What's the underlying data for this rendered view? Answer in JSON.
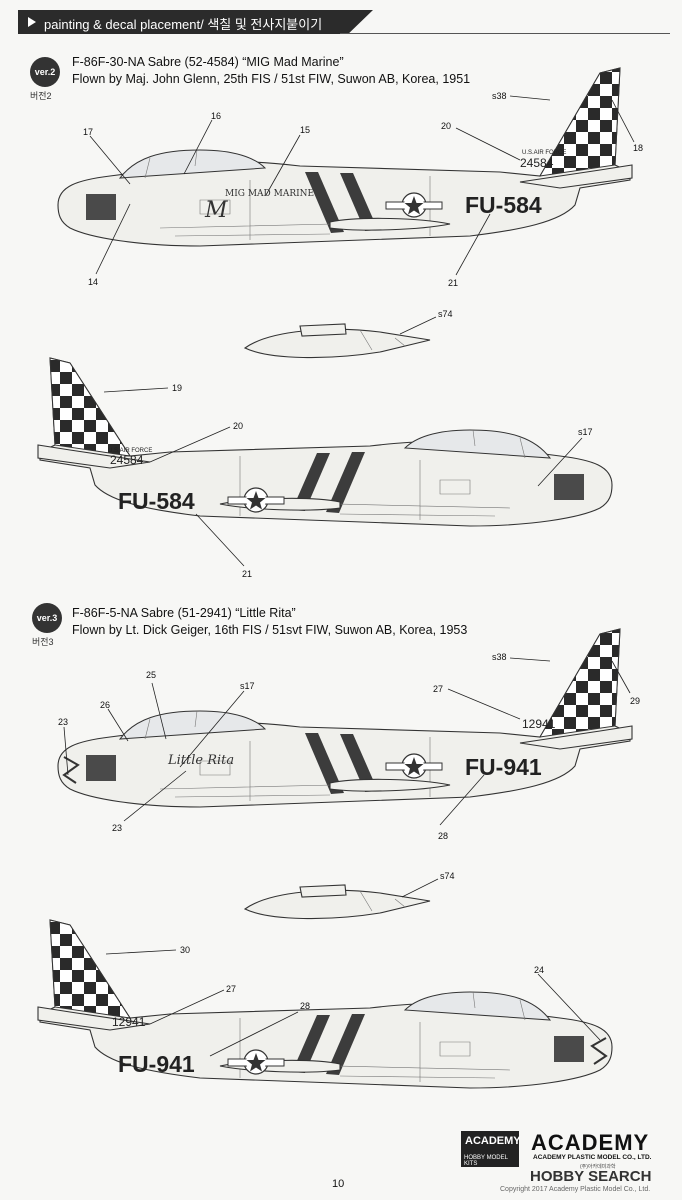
{
  "header": {
    "title": "painting & decal placement/ 색칠 및 전사지붙이기"
  },
  "ver2": {
    "badge": "ver.2",
    "badge_sub": "버전2",
    "title_line1": "F-86F-30-NA Sabre (52-4584) “MIG Mad Marine”",
    "title_line2": "Flown by Maj. John Glenn, 25th FIS / 51st FIW, Suwon AB, Korea, 1951",
    "left_view": {
      "callouts": [
        "17",
        "16",
        "15",
        "20",
        "s38",
        "18",
        "14",
        "21"
      ],
      "marking": "FU-584",
      "tail_number": "24584",
      "tail_text": "U.S.AIR FORCE",
      "nose_art": "MIG MAD MARINE"
    },
    "tank": {
      "callout": "s74"
    },
    "right_view": {
      "callouts": [
        "19",
        "20",
        "s17",
        "21"
      ],
      "marking": "FU-584",
      "tail_number": "24584",
      "tail_text": "U.S.AIR FORCE"
    }
  },
  "ver3": {
    "badge": "ver.3",
    "badge_sub": "버전3",
    "title_line1": "F-86F-5-NA Sabre (51-2941) “Little Rita”",
    "title_line2": "Flown by Lt. Dick Geiger, 16th FIS / 51svt FIW, Suwon AB, Korea, 1953",
    "left_view": {
      "callouts": [
        "25",
        "s17",
        "26",
        "23",
        "s38",
        "27",
        "29",
        "23",
        "28"
      ],
      "marking": "FU-941",
      "tail_number": "12941",
      "nose_art": "Little Rita"
    },
    "tank": {
      "callout": "s74"
    },
    "right_view": {
      "callouts": [
        "30",
        "27",
        "28",
        "24"
      ],
      "marking": "FU-941",
      "tail_number": "12941"
    }
  },
  "footer": {
    "page_number": "10",
    "academy_box_title": "ACADEMY",
    "academy_box_sub": "HOBBY MODEL KITS",
    "academy_logo": "ACADEMY",
    "academy_company": "ACADEMY PLASTIC MODEL CO., LTD.",
    "academy_korean": "(주)아카데미과학",
    "watermark": "HOBBY SEARCH",
    "copyright": "Copyright 2017 Academy Plastic Model Co., Ltd."
  },
  "colors": {
    "aircraft_body": "#f0f0ec",
    "markings": "#3c3c3c",
    "header": "#2b2b2b"
  }
}
